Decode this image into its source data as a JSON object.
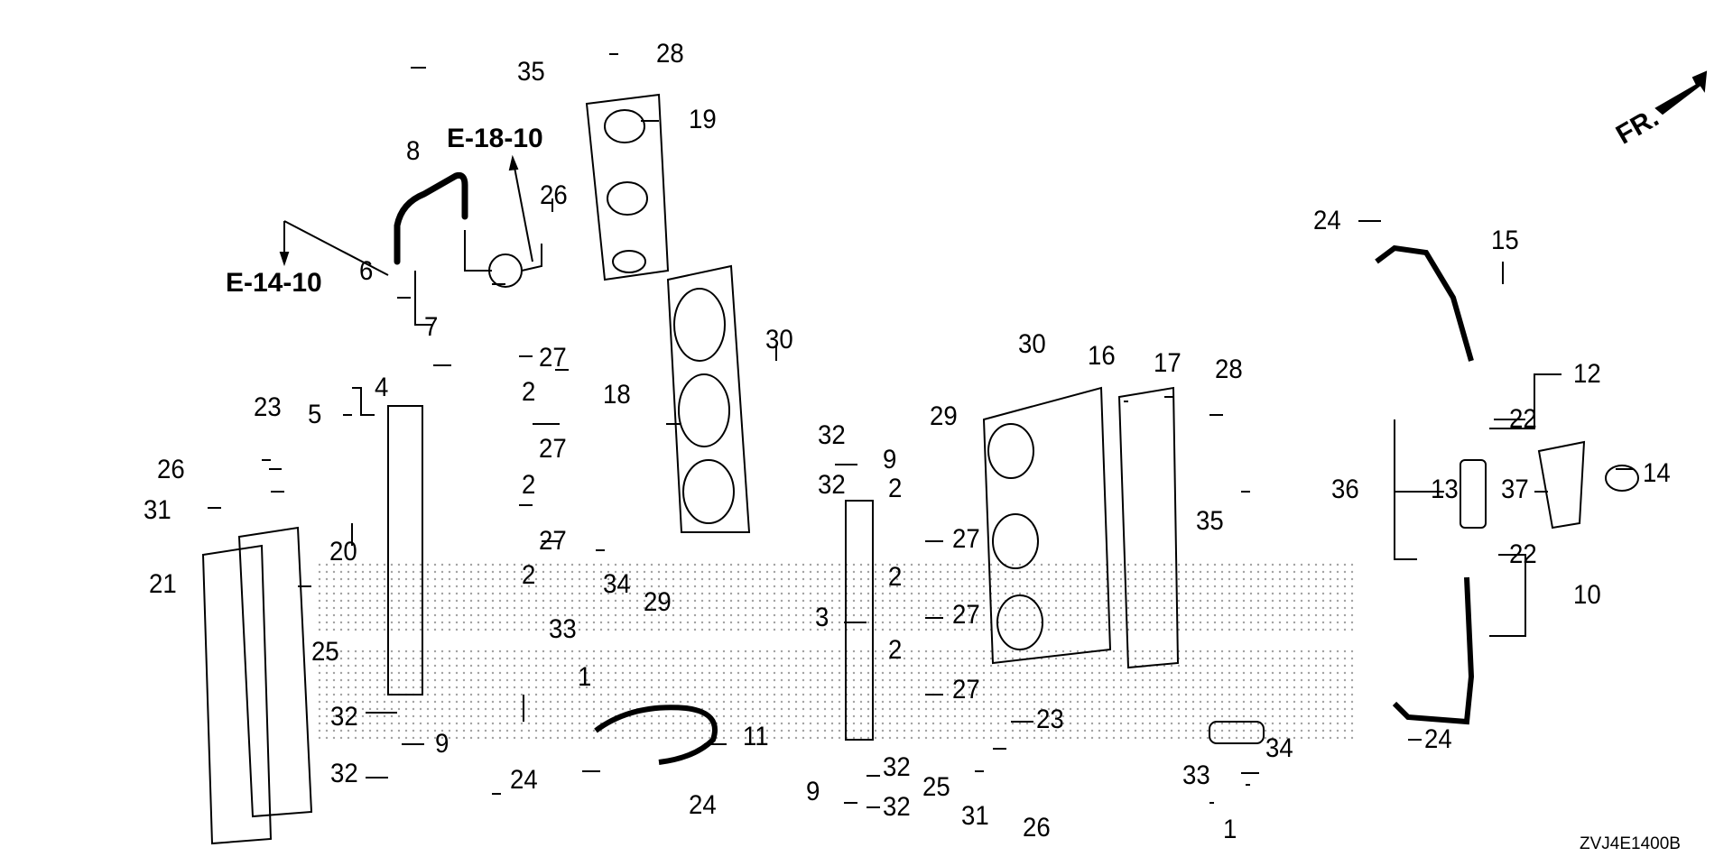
{
  "diagram": {
    "title_code": "ZVJ4E1400B",
    "front_indicator": "FR.",
    "references": [
      "E-18-10",
      "E-14-10"
    ],
    "callouts": [
      {
        "id": "c35a",
        "text": "35"
      },
      {
        "id": "c28a",
        "text": "28"
      },
      {
        "id": "c19",
        "text": "19"
      },
      {
        "id": "c8",
        "text": "8"
      },
      {
        "id": "c26a",
        "text": "26"
      },
      {
        "id": "c6",
        "text": "6"
      },
      {
        "id": "c7",
        "text": "7"
      },
      {
        "id": "c30a",
        "text": "30"
      },
      {
        "id": "c18",
        "text": "18"
      },
      {
        "id": "c27a",
        "text": "27"
      },
      {
        "id": "c2a",
        "text": "2"
      },
      {
        "id": "c4",
        "text": "4"
      },
      {
        "id": "c5",
        "text": "5"
      },
      {
        "id": "c27b",
        "text": "27"
      },
      {
        "id": "c2b",
        "text": "2"
      },
      {
        "id": "c23a",
        "text": "23"
      },
      {
        "id": "c26b",
        "text": "26"
      },
      {
        "id": "c31a",
        "text": "31"
      },
      {
        "id": "c27c",
        "text": "27"
      },
      {
        "id": "c2c",
        "text": "2"
      },
      {
        "id": "c20",
        "text": "20"
      },
      {
        "id": "c21",
        "text": "21"
      },
      {
        "id": "c34a",
        "text": "34"
      },
      {
        "id": "c33a",
        "text": "33"
      },
      {
        "id": "c29a",
        "text": "29"
      },
      {
        "id": "c25a",
        "text": "25"
      },
      {
        "id": "c1a",
        "text": "1"
      },
      {
        "id": "c32a",
        "text": "32"
      },
      {
        "id": "c9a",
        "text": "9"
      },
      {
        "id": "c32b",
        "text": "32"
      },
      {
        "id": "c11",
        "text": "11"
      },
      {
        "id": "c24a",
        "text": "24"
      },
      {
        "id": "c24b",
        "text": "24"
      },
      {
        "id": "c32c",
        "text": "32"
      },
      {
        "id": "c9b",
        "text": "9"
      },
      {
        "id": "c32d",
        "text": "32"
      },
      {
        "id": "c29b",
        "text": "29"
      },
      {
        "id": "c2d",
        "text": "2"
      },
      {
        "id": "c27d",
        "text": "27"
      },
      {
        "id": "c2e",
        "text": "2"
      },
      {
        "id": "c27e",
        "text": "27"
      },
      {
        "id": "c2f",
        "text": "2"
      },
      {
        "id": "c27f",
        "text": "27"
      },
      {
        "id": "c3",
        "text": "3"
      },
      {
        "id": "c32e",
        "text": "32"
      },
      {
        "id": "c9c",
        "text": "9"
      },
      {
        "id": "c32f",
        "text": "32"
      },
      {
        "id": "c25b",
        "text": "25"
      },
      {
        "id": "c31b",
        "text": "31"
      },
      {
        "id": "c23b",
        "text": "23"
      },
      {
        "id": "c26c",
        "text": "26"
      },
      {
        "id": "c30b",
        "text": "30"
      },
      {
        "id": "c16",
        "text": "16"
      },
      {
        "id": "c17",
        "text": "17"
      },
      {
        "id": "c28b",
        "text": "28"
      },
      {
        "id": "c35b",
        "text": "35"
      },
      {
        "id": "c33b",
        "text": "33"
      },
      {
        "id": "c34b",
        "text": "34"
      },
      {
        "id": "c1b",
        "text": "1"
      },
      {
        "id": "c24c",
        "text": "24"
      },
      {
        "id": "c15",
        "text": "15"
      },
      {
        "id": "c12",
        "text": "12"
      },
      {
        "id": "c22a",
        "text": "22"
      },
      {
        "id": "c36",
        "text": "36"
      },
      {
        "id": "c13",
        "text": "13"
      },
      {
        "id": "c37",
        "text": "37"
      },
      {
        "id": "c14",
        "text": "14"
      },
      {
        "id": "c22b",
        "text": "22"
      },
      {
        "id": "c10",
        "text": "10"
      },
      {
        "id": "c24d",
        "text": "24"
      }
    ]
  }
}
